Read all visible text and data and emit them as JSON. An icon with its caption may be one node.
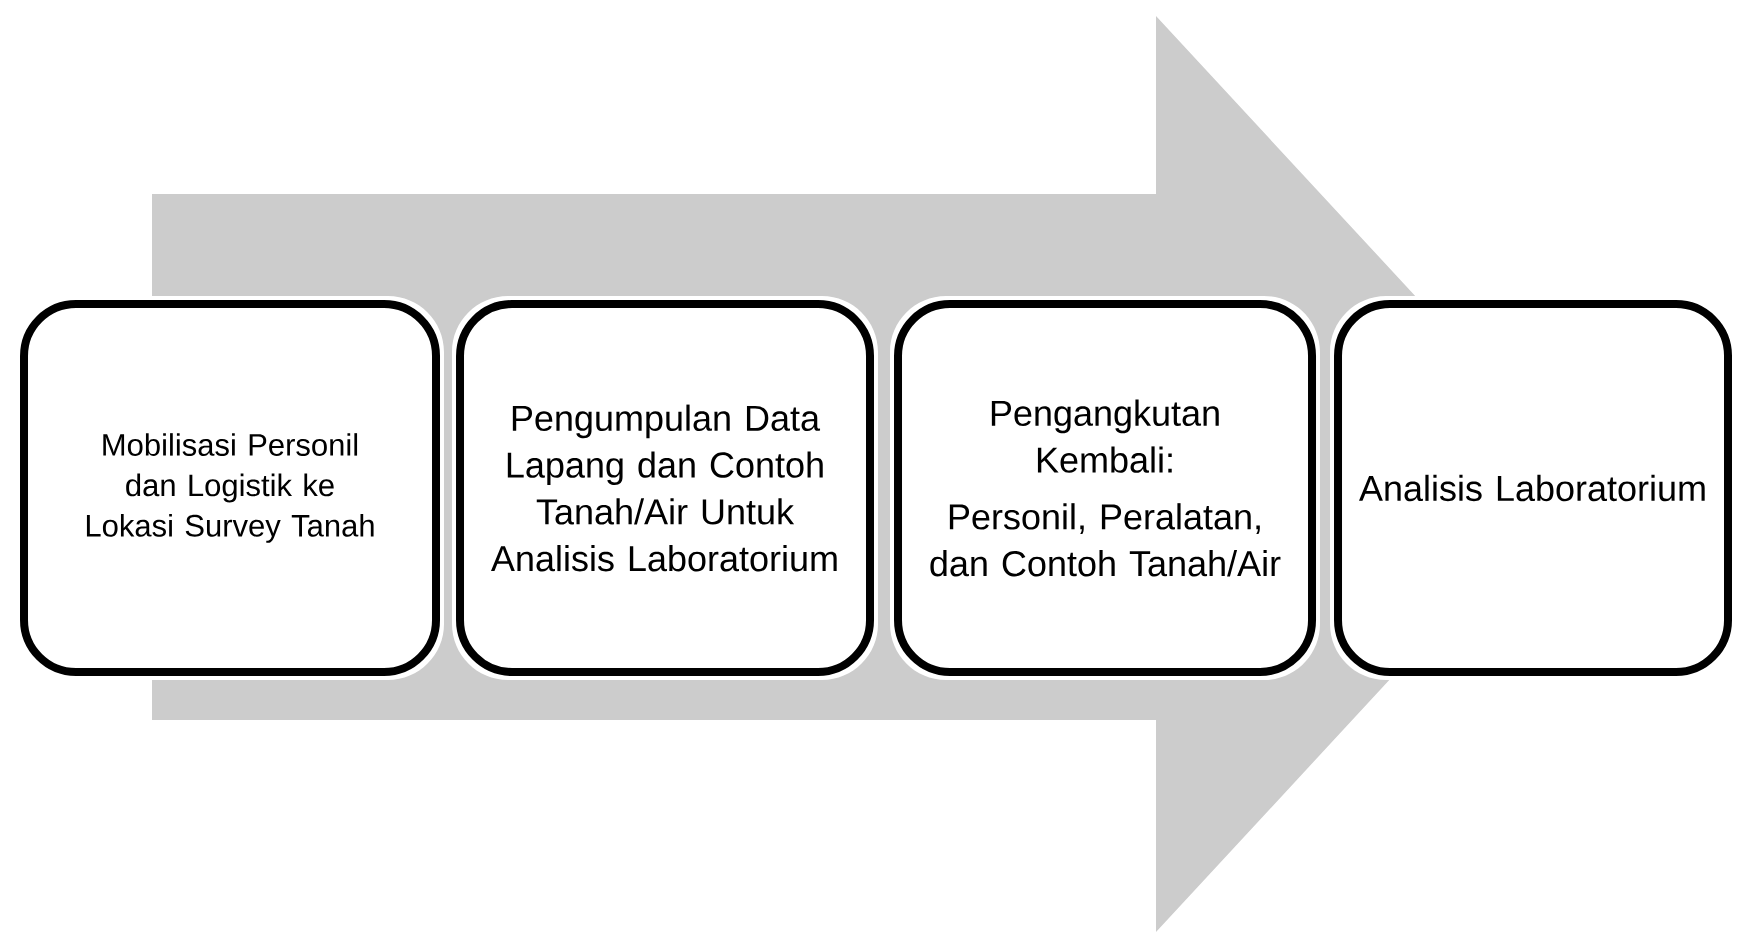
{
  "diagram": {
    "nodes": [
      {
        "text": [
          "Mobilisasi Personil dan Logistik ke Lokasi Survey Tanah"
        ]
      },
      {
        "text": [
          "Pengumpulan Data Lapang dan Contoh Tanah/Air Untuk Analisis Laboratorium"
        ]
      },
      {
        "text": [
          "Pengangkutan Kembali:",
          "Personil, Peralatan, dan Contoh Tanah/Air"
        ]
      },
      {
        "text": [
          "Analisis Laboratorium"
        ]
      }
    ],
    "edges": [
      {
        "from": 0,
        "to": 3,
        "arrow": "to"
      }
    ]
  }
}
